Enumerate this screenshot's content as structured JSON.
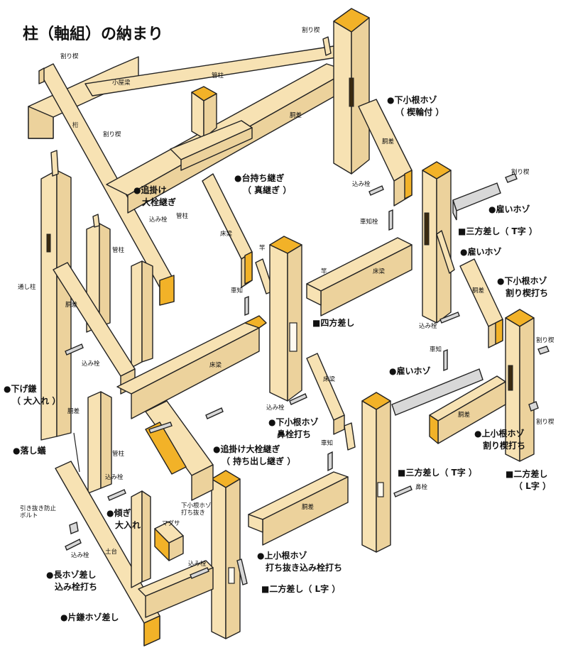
{
  "title": "柱（軸組）の納まり",
  "colors": {
    "wood": "#f7e2b3",
    "wood_side": "#ecd29c",
    "end_grain": "#f2b228",
    "outline": "#222222",
    "pin": "#d8d8d8"
  },
  "labels": {
    "warikusabi_top": "割り楔",
    "warikusabi_left": "割り楔",
    "warikusabi_left2": "割り楔",
    "koyabari": "小屋梁",
    "keta": "桁",
    "kudabashira_top": "管柱",
    "kudabashira_mid": "管柱",
    "kudabashira_low": "管柱",
    "shita_kone_hozo_title": "●下小根ホゾ",
    "shita_kone_hozo_sub": "（ 楔輪付 ）",
    "dousashi_top_right": "胴差",
    "dousashi_left": "胴差",
    "dousashi_right": "胴差",
    "dousashi_center": "胴差",
    "dousashi_right_lower": "胴差",
    "oikake_title": "●追掛け",
    "oikake_sub": "大栓継ぎ",
    "daimochi_title": "●台持ち継ぎ",
    "daimochi_sub": "（ 真継ぎ ）",
    "komisen_1": "込み栓",
    "komisen_2": "込み栓",
    "komisen_3": "込み栓",
    "komisen_4": "込み栓",
    "komisen_5": "込み栓",
    "komisen_6": "込み栓",
    "komisen_7": "込み栓",
    "komisen_8": "込み栓",
    "warikusabi_right_top": "割り楔",
    "warikusabi_right_mid": "割り楔",
    "warikusabi_right_low": "割り楔",
    "yatoi_hozo_1": "●雇いホゾ",
    "yatoi_hozo_2": "●雇いホゾ",
    "yatoi_hozo_3": "●雇いホゾ",
    "shachisen": "車知栓",
    "sanpo_t_1": "■三方差し（ T字 ）",
    "yukabari_1": "床梁",
    "yukabari_2": "床梁",
    "yukabari_3": "床梁",
    "yukabari_4": "床梁",
    "sao_1": "竿",
    "sao_2": "竿",
    "toushibashira": "通し柱",
    "shachi_1": "車知",
    "shachi_2": "車知",
    "shachi_3": "車知",
    "shiho_sashi": "■四方差し",
    "shita_kone_warikusabi_title": "●下小根ホゾ",
    "shita_kone_warikusabi_sub": "割り楔打ち",
    "sagekama_title": "●下げ鎌",
    "sagekama_sub": "（ 大入れ ）",
    "otoshiari": "●落し蟻",
    "shita_kone_hanasen_title": "●下小根ホゾ",
    "shita_kone_hanasen_sub": "鼻栓打ち",
    "kami_kone_warikusabi_title": "●上小根ホゾ",
    "kami_kone_warikusabi_sub": "割り楔打ち",
    "oikake_daisen_title": "●追掛け大栓継ぎ",
    "oikake_daisen_sub": "（ 持ち出し継ぎ ）",
    "sanpo_t_2": "■三方差し（ T字 ）",
    "niho_l_1_title": "■二方差し",
    "niho_l_1_sub": "（ L字 ）",
    "hanasen": "鼻栓",
    "hikinuki_1": "引き抜き防止",
    "hikinuki_2": "ボルト",
    "kagi_title": "●傾ぎ",
    "kagi_sub": "大入れ",
    "shita_kone_uchinuki_1": "下小根ホゾ",
    "shita_kone_uchinuki_2": "打ち抜き",
    "magusa": "マグサ",
    "kami_kone_komisen_title": "●上小根ホゾ",
    "kami_kone_komisen_sub": "打ち抜き込み栓打ち",
    "dodai": "土台",
    "naga_hozo_title": "●長ホゾ差し",
    "naga_hozo_sub": "込み栓打ち",
    "niho_l_2": "■二方差し（ L字 ）",
    "katakama": "●片鎌ホゾ差し"
  }
}
